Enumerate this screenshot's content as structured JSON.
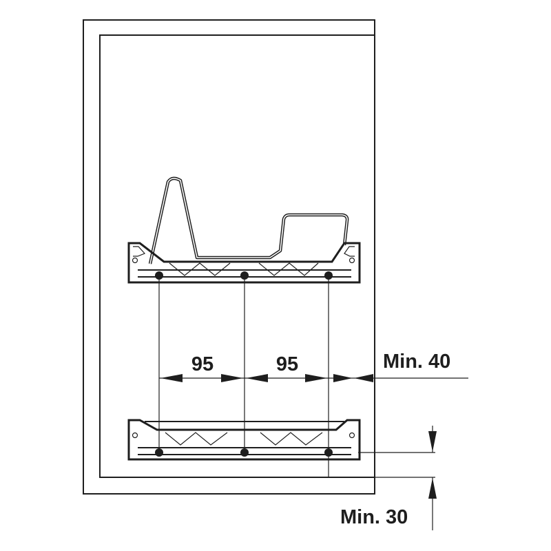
{
  "dimensions": {
    "spacing_left": "95",
    "spacing_right": "95",
    "side_clearance": "Min. 40",
    "bottom_clearance": "Min. 30"
  }
}
